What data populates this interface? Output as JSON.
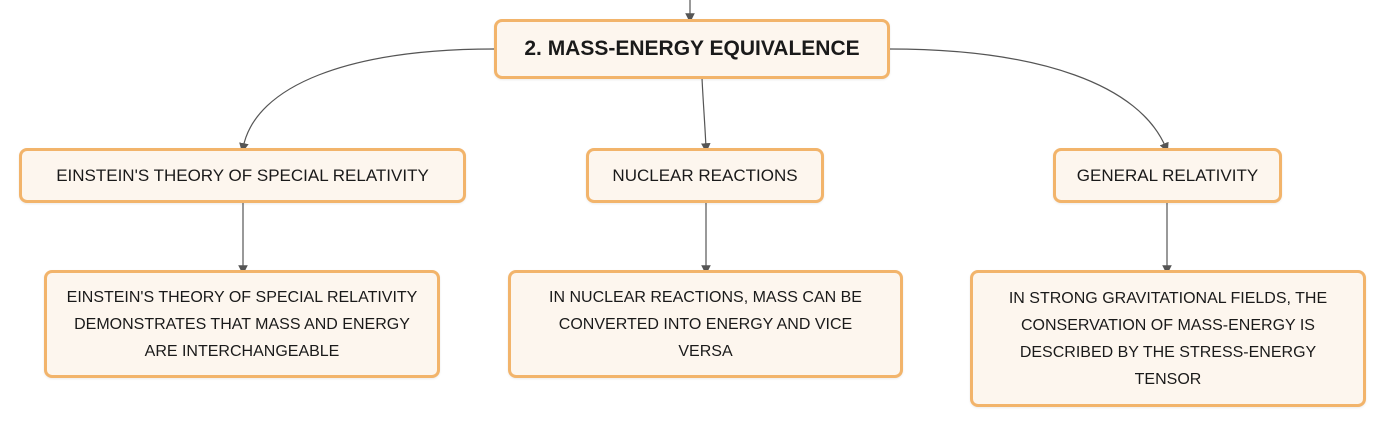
{
  "root": {
    "label": "2. MASS-ENERGY EQUIVALENCE"
  },
  "branches": [
    {
      "label": "EINSTEIN'S THEORY OF SPECIAL RELATIVITY",
      "detail": "EINSTEIN'S THEORY OF SPECIAL RELATIVITY DEMONSTRATES THAT MASS AND ENERGY ARE INTERCHANGEABLE"
    },
    {
      "label": "NUCLEAR REACTIONS",
      "detail": "IN NUCLEAR REACTIONS, MASS CAN BE CONVERTED INTO ENERGY AND VICE VERSA"
    },
    {
      "label": "GENERAL RELATIVITY",
      "detail": "IN STRONG GRAVITATIONAL FIELDS, THE CONSERVATION OF MASS-ENERGY IS DESCRIBED BY THE STRESS-ENERGY TENSOR"
    }
  ],
  "colors": {
    "node_fill": "#fdf6ee",
    "node_border": "#f2b46b",
    "edge": "#555555"
  }
}
